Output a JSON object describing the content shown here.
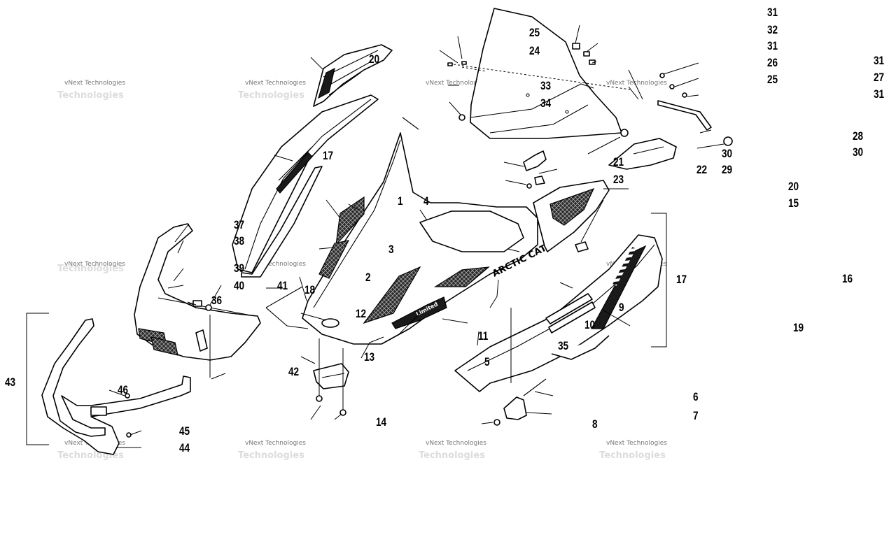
{
  "watermark": {
    "text": "vNext Technologies",
    "color": "#777777"
  },
  "decals": {
    "brand": "ARCTIC CAT",
    "model": "Limited"
  },
  "callouts": {
    "c1": "1",
    "c2": "2",
    "c3": "3",
    "c4": "4",
    "c5": "5",
    "c6": "6",
    "c7": "7",
    "c8": "8",
    "c9": "9",
    "c10": "10",
    "c11": "11",
    "c12": "12",
    "c13": "13",
    "c14": "14",
    "c15": "15",
    "c16": "16",
    "c17a": "17",
    "c17b": "17",
    "c18": "18",
    "c19": "19",
    "c20a": "20",
    "c20b": "20",
    "c21": "21",
    "c22": "22",
    "c23": "23",
    "c24": "24",
    "c25a": "25",
    "c25b": "25",
    "c26": "26",
    "c27": "27",
    "c28": "28",
    "c29": "29",
    "c30a": "30",
    "c30b": "30",
    "c31a": "31",
    "c31b": "31",
    "c31c": "31",
    "c31d": "31",
    "c32": "32",
    "c33": "33",
    "c34": "34",
    "c35": "35",
    "c36": "36",
    "c37": "37",
    "c38": "38",
    "c39": "39",
    "c40": "40",
    "c41": "41",
    "c42": "42",
    "c43": "43",
    "c44": "44",
    "c45": "45",
    "c46": "46"
  }
}
